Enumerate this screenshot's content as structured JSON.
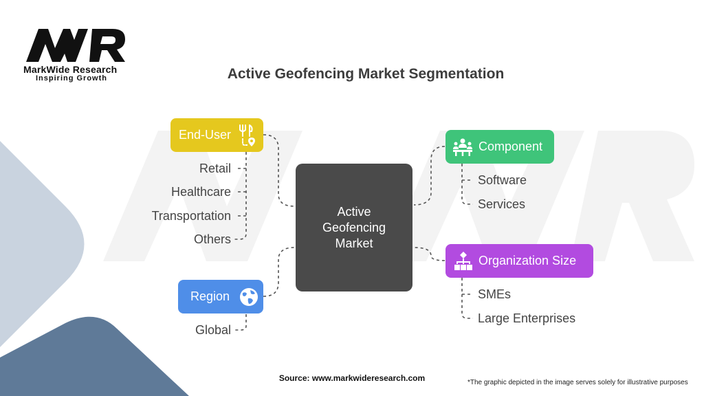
{
  "brand": {
    "logo_text": "MWR",
    "name": "MarkWide Research",
    "tagline": "Inspiring Growth"
  },
  "title": "Active Geofencing Market Segmentation",
  "center": {
    "line1": "Active",
    "line2": "Geofencing",
    "line3": "Market"
  },
  "segments": {
    "end_user": {
      "label": "End-User",
      "icon": "utensils-location-icon",
      "color": "#e5c81e",
      "items": [
        "Retail",
        "Healthcare",
        "Transportation",
        "Others"
      ]
    },
    "region": {
      "label": "Region",
      "icon": "globe-icon",
      "color": "#4f8ee8",
      "items": [
        "Global"
      ]
    },
    "component": {
      "label": "Component",
      "icon": "people-table-icon",
      "color": "#3fc47a",
      "items": [
        "Software",
        "Services"
      ]
    },
    "organization_size": {
      "label": "Organization Size",
      "icon": "hierarchy-icon",
      "color": "#b24be0",
      "items": [
        "SMEs",
        "Large Enterprises"
      ]
    }
  },
  "footer": {
    "source": "Source: www.markwideresearch.com",
    "note": "*The graphic depicted in the image serves solely for illustrative purposes"
  }
}
